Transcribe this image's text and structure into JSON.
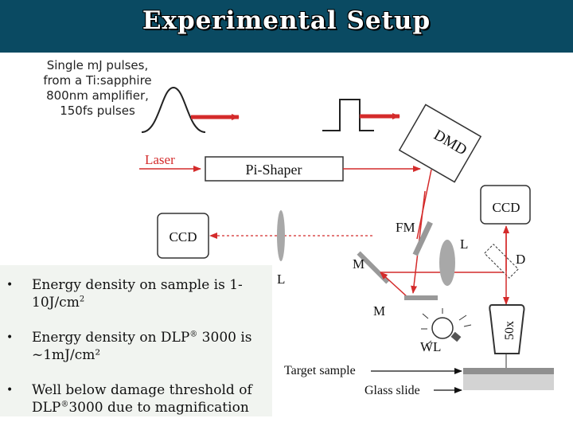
{
  "title": "Experimental Setup",
  "pulse_note": [
    "Single mJ pulses,",
    "from a Ti:sapphire",
    "800nm amplifier,",
    "150fs pulses"
  ],
  "labels": {
    "laser": "Laser",
    "pi_shaper": "Pi-Shaper",
    "dmd": "DMD",
    "ccd_left": "CCD",
    "ccd_right": "CCD",
    "fm": "FM",
    "lens_left": "L",
    "lens_right": "L",
    "mirror_upper": "M",
    "mirror_lower": "M",
    "d": "D",
    "objective": "50x",
    "wl": "WL",
    "target_sample": "Target sample",
    "glass_slide": "Glass slide"
  },
  "bullets": [
    {
      "pre": "Energy density on sample is 1-10J/cm",
      "sup": "2",
      "post": ""
    },
    {
      "pre": "Energy density on DLP",
      "sup": "®",
      "post": " 3000 is ~1mJ/cm²"
    },
    {
      "pre": "Well below damage threshold of DLP",
      "sup": "®",
      "post": "3000 due to magnification"
    }
  ],
  "colors": {
    "title_bg": "#0a4a62",
    "beam": "#d42b2b",
    "bullet_bg": "#f1f4f0"
  }
}
